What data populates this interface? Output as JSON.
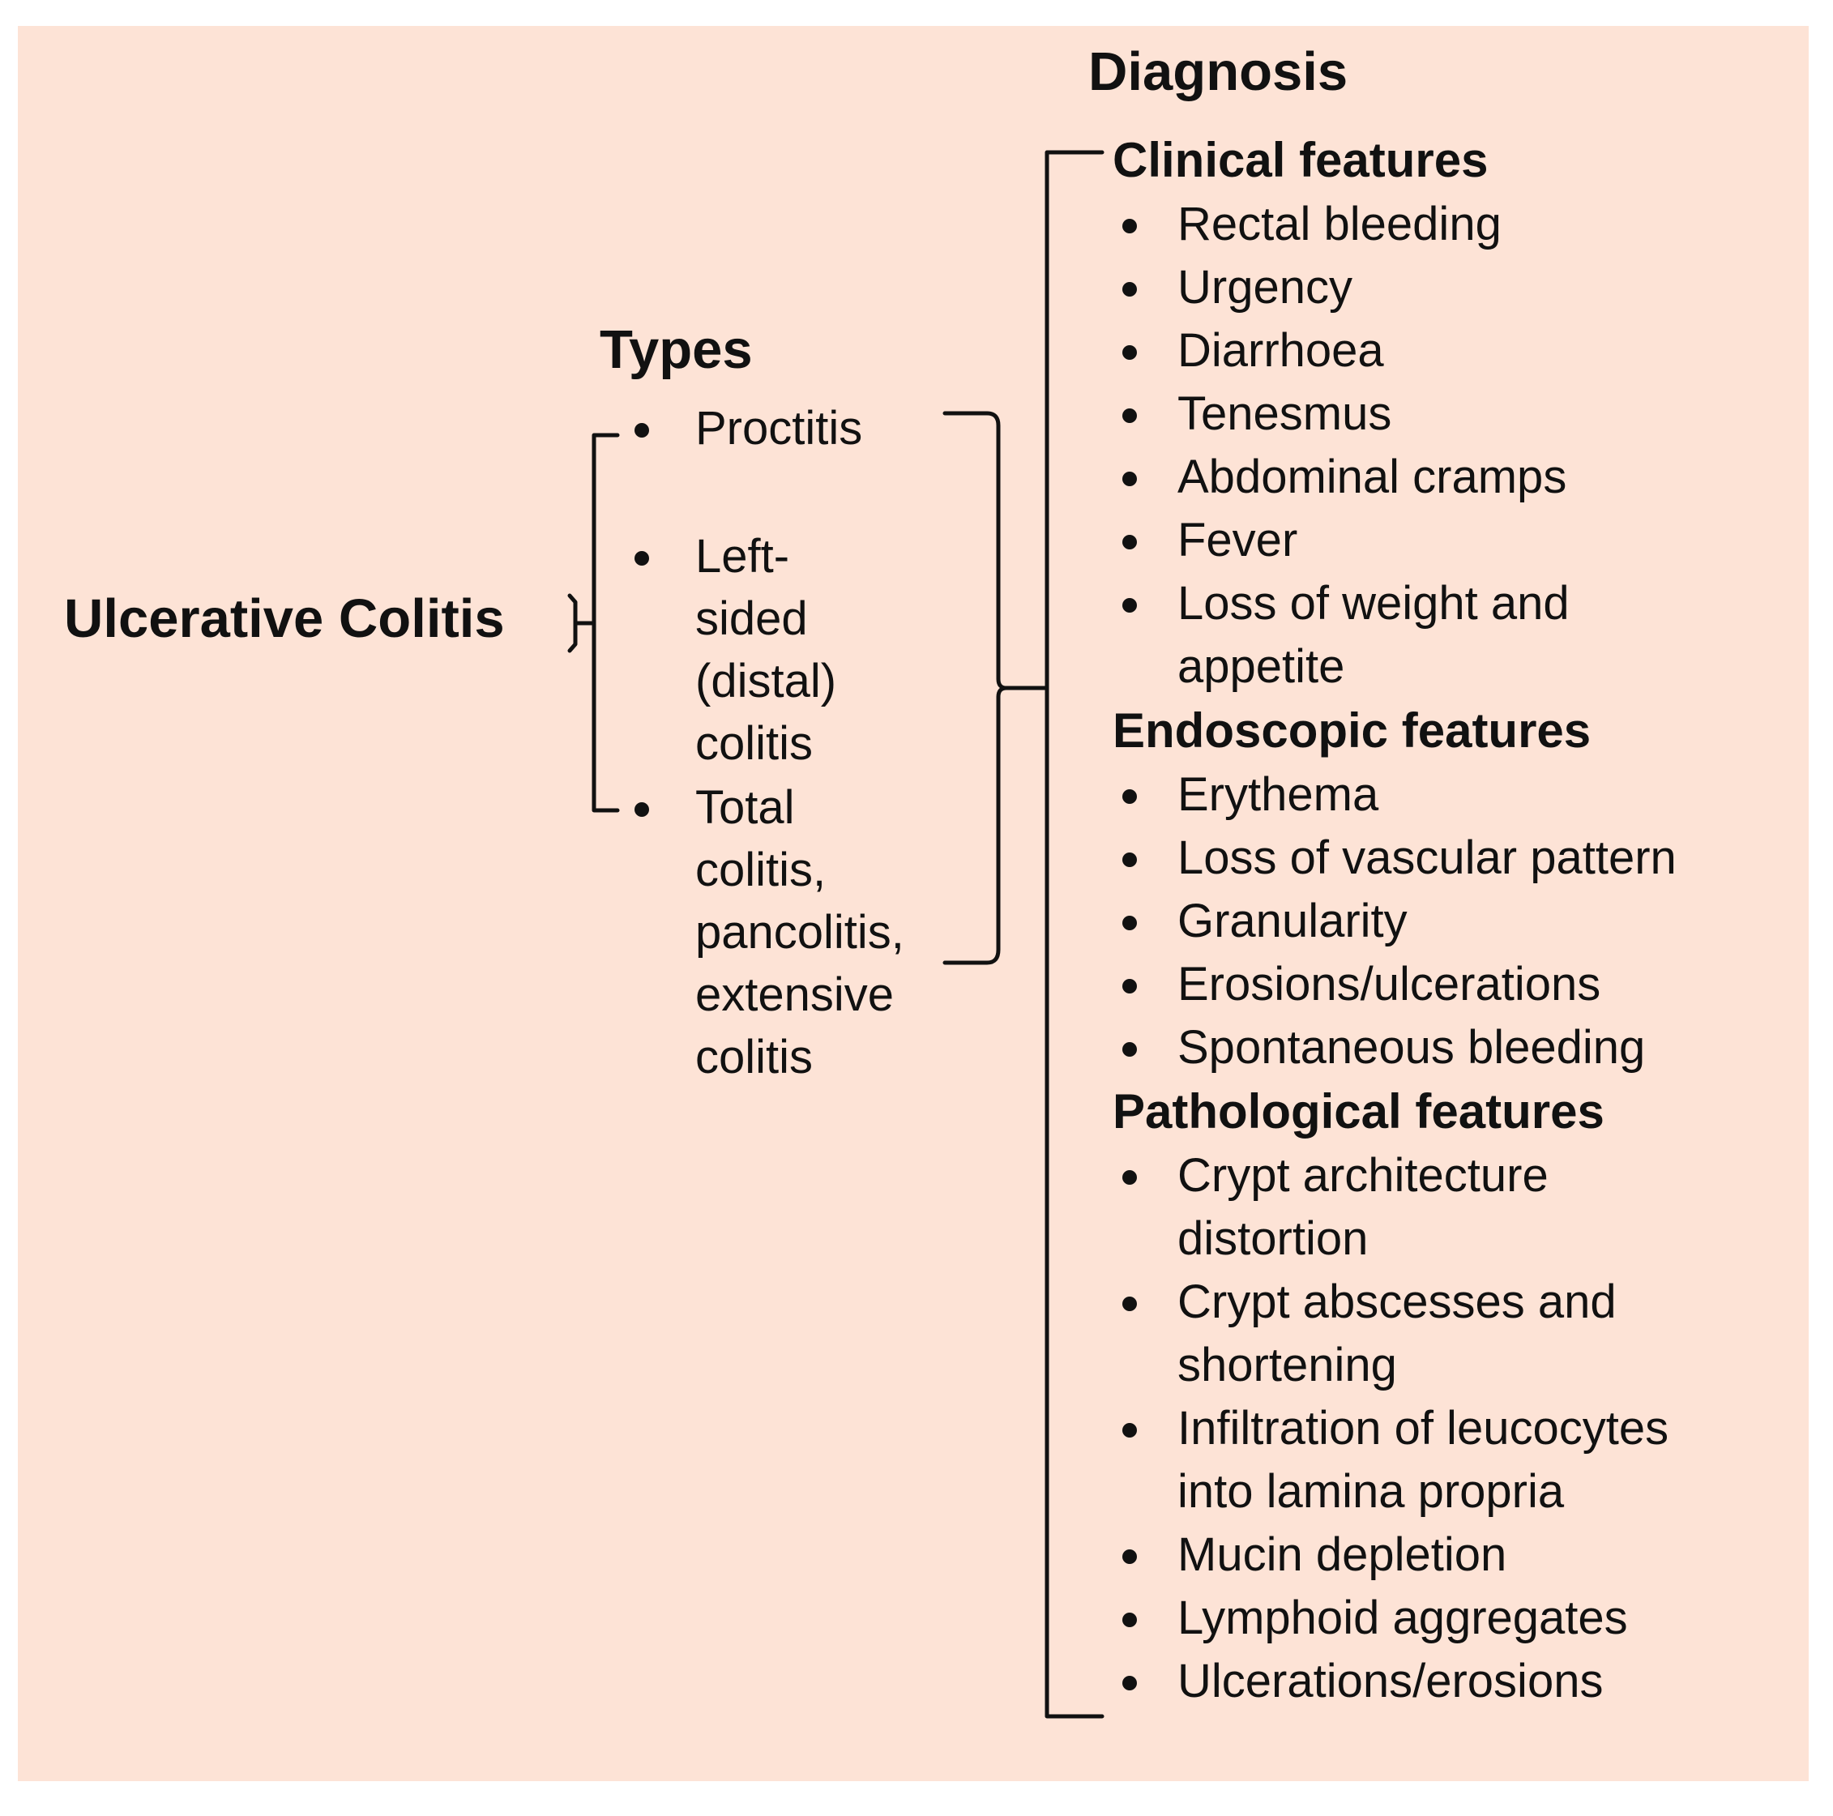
{
  "colors": {
    "panel_background": "#fde3d6",
    "text": "#111111",
    "bracket_stroke": "#111111"
  },
  "main_title": "Ulcerative Colitis",
  "types": {
    "title": "Types",
    "items": [
      "Proctitis",
      "Left-sided\n(distal)\ncolitis",
      "Total colitis,\npancolitis,\nextensive\ncolitis"
    ]
  },
  "diagnosis": {
    "title": "Diagnosis",
    "sections": [
      {
        "heading": "Clinical features",
        "items": [
          "Rectal bleeding",
          "Urgency",
          "Diarrhoea",
          "Tenesmus",
          "Abdominal cramps",
          "Fever",
          "Loss of weight and\nappetite"
        ]
      },
      {
        "heading": "Endoscopic features",
        "items": [
          "Erythema",
          "Loss of vascular pattern",
          "Granularity",
          "Erosions/ulcerations",
          "Spontaneous bleeding"
        ]
      },
      {
        "heading": "Pathological features",
        "items": [
          "Crypt architecture\ndistortion",
          "Crypt abscesses and\nshortening",
          "Infiltration of leucocytes\ninto lamina propria",
          "Mucin depletion",
          "Lymphoid aggregates",
          "Ulcerations/erosions"
        ]
      }
    ]
  }
}
